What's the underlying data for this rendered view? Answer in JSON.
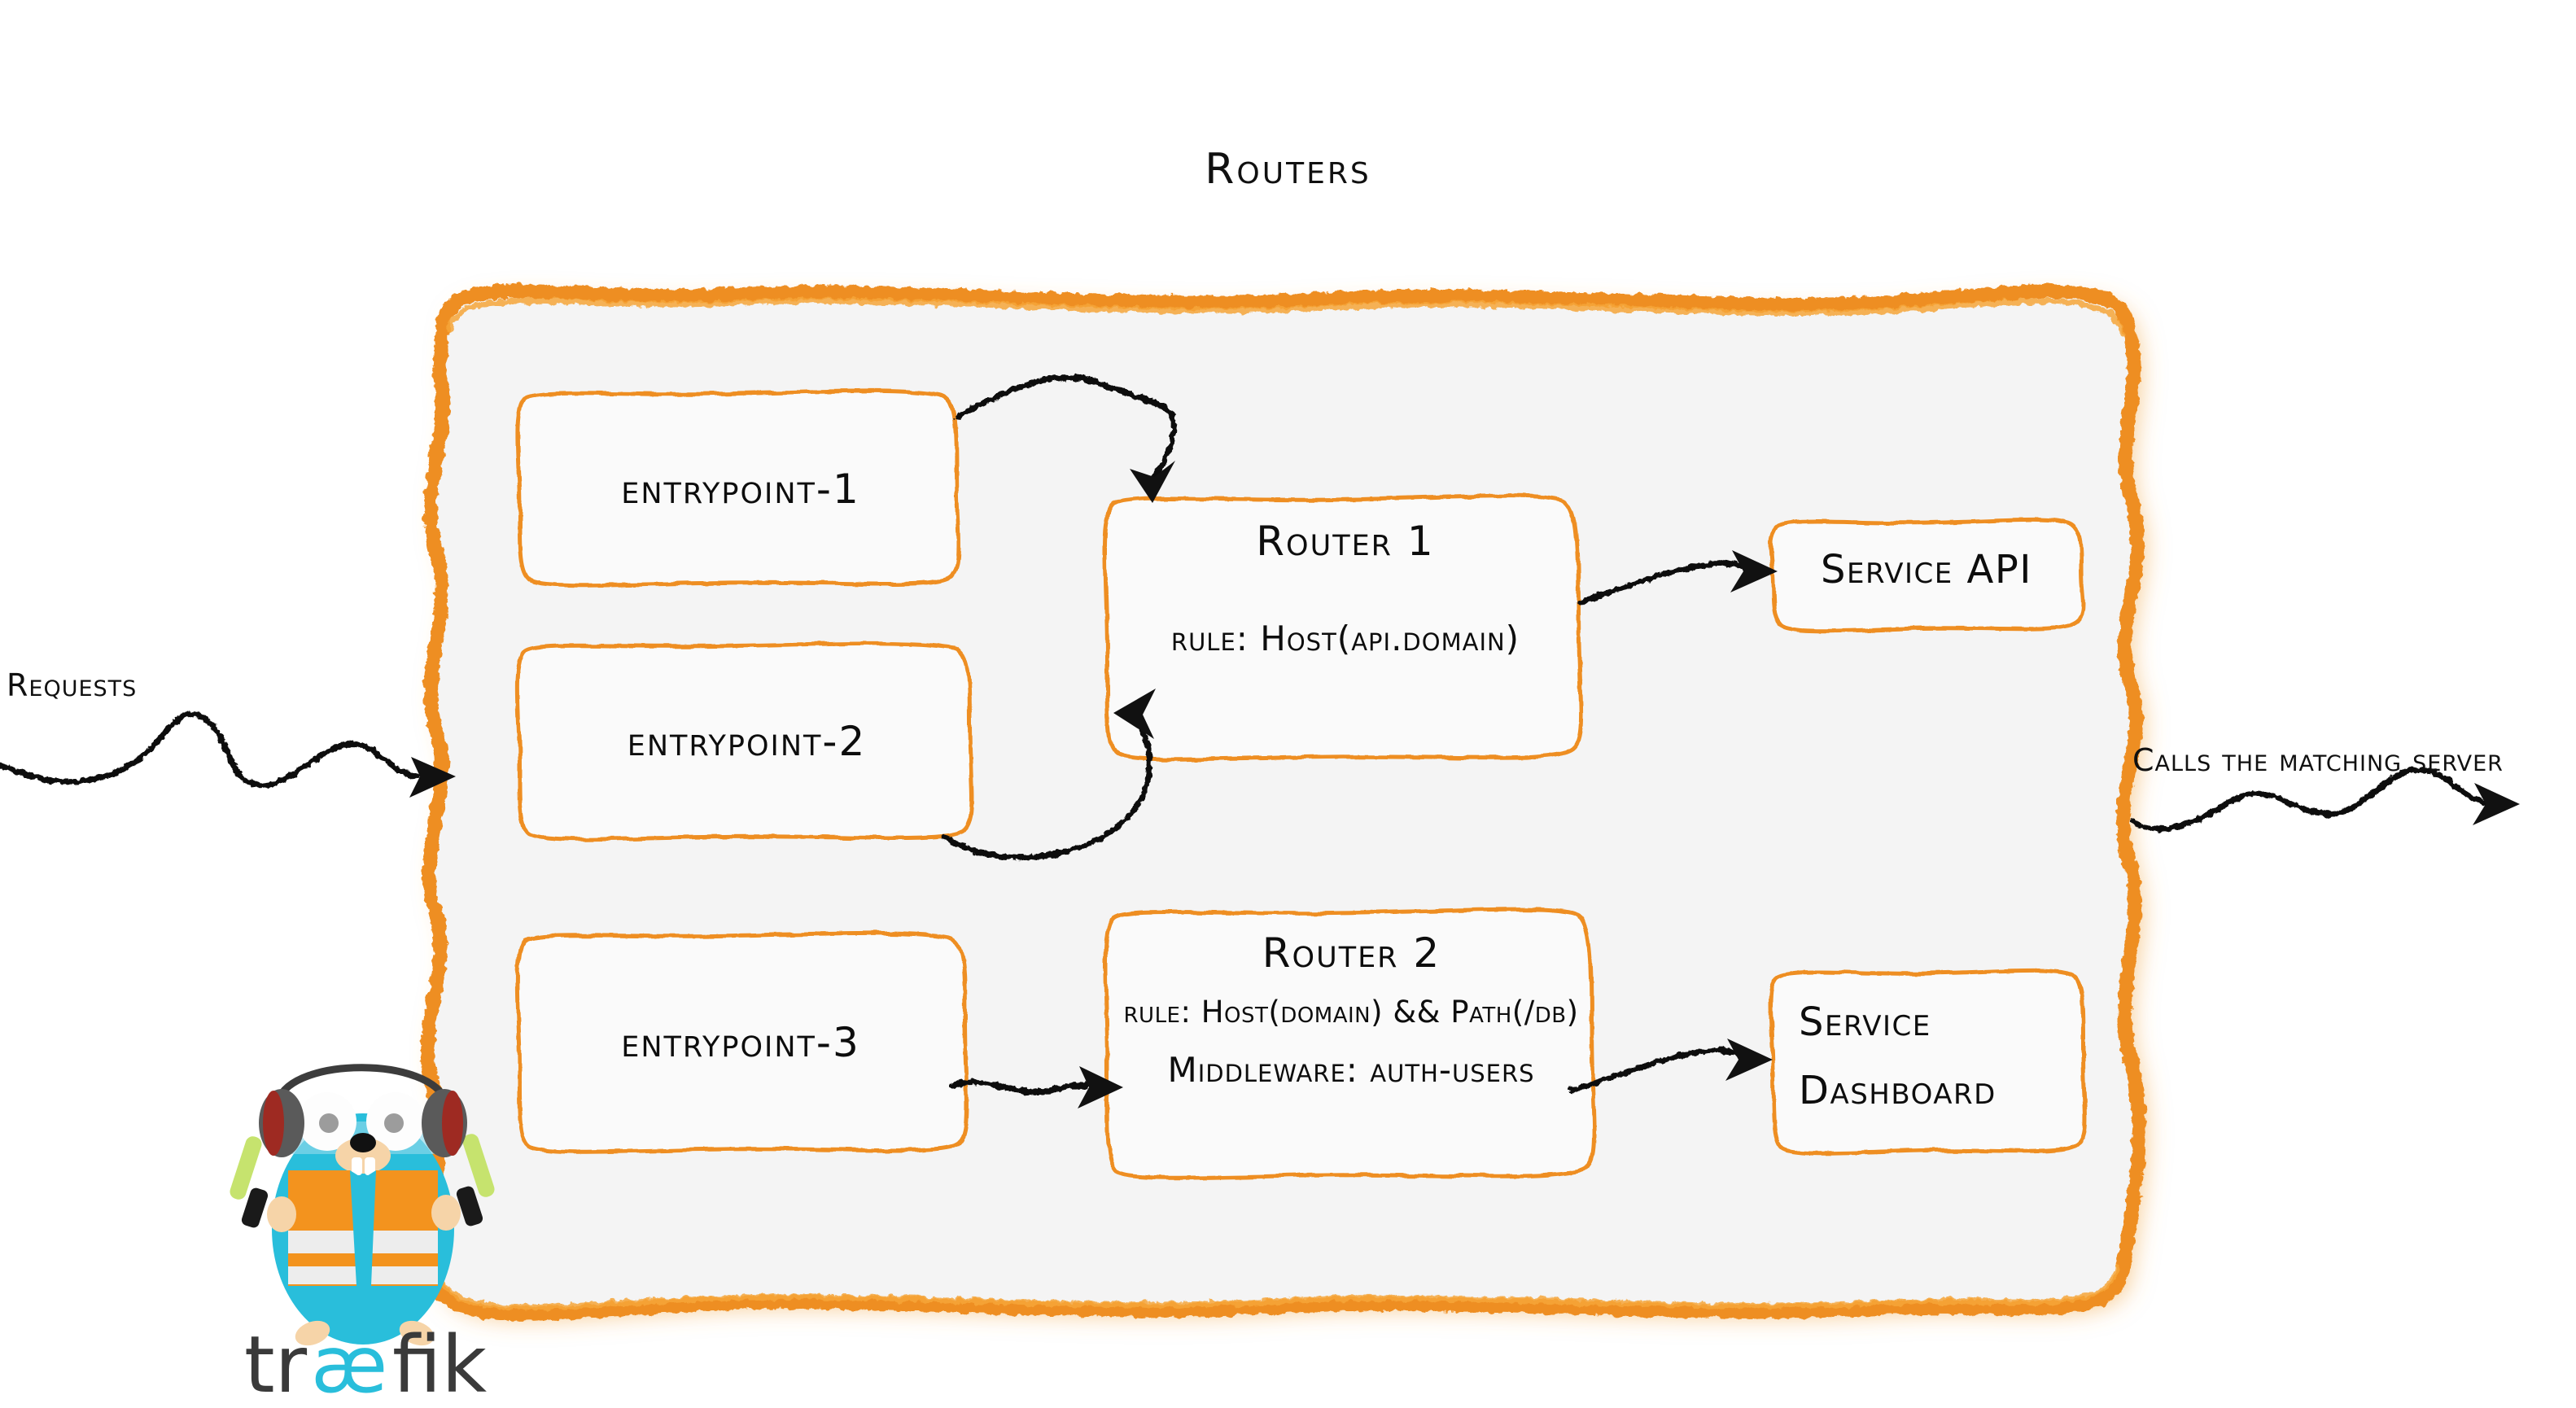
{
  "title": "Routers",
  "colors": {
    "brand_orange": "#EE8E20",
    "panel_fill": "#F4F4F4",
    "ink": "#101010",
    "gopher_cyan": "#29BEDB",
    "vest_orange": "#F3931E",
    "wordmark_dark": "#3A3A3A",
    "glow_green": "#BFE06A"
  },
  "panel": {
    "name": "routers-panel"
  },
  "entrypoints": [
    {
      "label": "entrypoint-1"
    },
    {
      "label": "entrypoint-2"
    },
    {
      "label": "entrypoint-3"
    }
  ],
  "routers": [
    {
      "title": "Router 1",
      "lines": [
        "rule: Host(api.domain)"
      ]
    },
    {
      "title": "Router 2",
      "lines": [
        "rule: Host(domain) && Path(/db)",
        "Middleware: auth-users"
      ]
    }
  ],
  "services": [
    {
      "lines": [
        "Service API"
      ]
    },
    {
      "lines": [
        "Service",
        "Dashboard"
      ]
    }
  ],
  "edge_labels": {
    "incoming": "Requests",
    "outgoing": "Calls the matching server"
  },
  "brand": {
    "wordmark_part1": "tr",
    "wordmark_ae": "æ",
    "wordmark_part2": "fik",
    "mascot_name": "traefik-gopher"
  }
}
